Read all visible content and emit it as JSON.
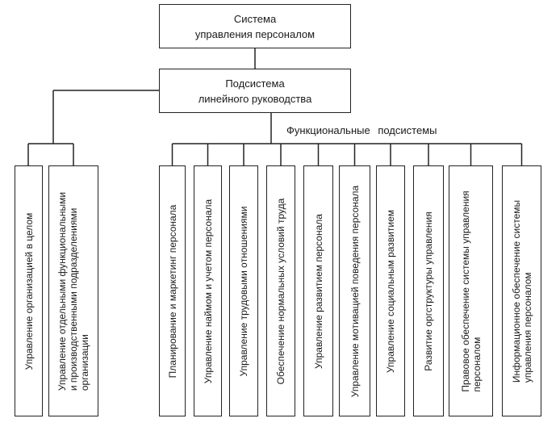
{
  "system": {
    "line1": "Система",
    "line2": "управления персоналом"
  },
  "linear": {
    "line1": "Подсистема",
    "line2": "линейного руководства"
  },
  "functional_label": "Функциональные подсистемы",
  "columns": [
    {
      "lines": [
        "Управление организацией в целом"
      ]
    },
    {
      "lines": [
        "Управление отдельными функциональными",
        "и производственными подразделениями",
        "организации"
      ]
    },
    {
      "lines": [
        "Планирование и маркетинг персонала"
      ]
    },
    {
      "lines": [
        "Управление наймом и учетом персонала"
      ]
    },
    {
      "lines": [
        "Управление трудовыми отношениями"
      ]
    },
    {
      "lines": [
        "Обеспечение нормальных условий труда"
      ]
    },
    {
      "lines": [
        "Управление развитием персонала"
      ]
    },
    {
      "lines": [
        "Управление мотивацией поведения персонала"
      ]
    },
    {
      "lines": [
        "Управление социальным развитием"
      ]
    },
    {
      "lines": [
        "Развитие оргструктуры управления"
      ]
    },
    {
      "lines": [
        "Правовое обеспечение системы управления",
        "персоналом"
      ]
    },
    {
      "lines": [
        "Информационное обеспечение системы",
        "управления персоналом"
      ]
    }
  ]
}
